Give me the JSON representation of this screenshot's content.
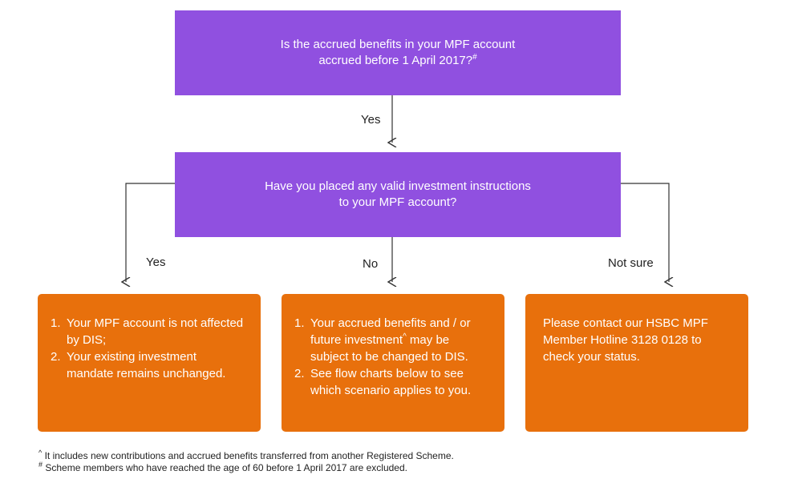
{
  "question1": {
    "line1": "Is the accrued benefits in your MPF account",
    "line2": "accrued before 1 April 2017?",
    "mark": "#"
  },
  "edge_yes_top": "Yes",
  "question2": {
    "line1": "Have you placed any valid investment instructions",
    "line2": "to your MPF account?"
  },
  "branches": {
    "yes_label": "Yes",
    "no_label": "No",
    "notsure_label": "Not sure"
  },
  "outcome_yes": {
    "items": [
      {
        "num": "1.",
        "text": "Your MPF account is not affected by DIS;"
      },
      {
        "num": "2.",
        "text": "Your existing investment mandate remains unchanged."
      }
    ]
  },
  "outcome_no": {
    "item1_num": "1.",
    "item1_pre": "Your accrued benefits and / or future investment",
    "item1_mark": "^",
    "item1_post": " may be subject to be changed to DIS.",
    "item2_num": "2.",
    "item2_text": "See flow charts below to see which scenario applies to you."
  },
  "outcome_notsure": {
    "text": "Please contact our HSBC MPF Member Hotline 3128 0128 to check your status."
  },
  "footnotes": {
    "caret_mark": "^",
    "caret_text": "It includes new contributions and accrued benefits transferred from another Registered Scheme.",
    "hash_mark": "#",
    "hash_text": "Scheme members who have reached the age of 60 before 1 April 2017 are excluded."
  },
  "colors": {
    "purple": "#9050e0",
    "orange": "#e8700c",
    "connector": "#333333"
  }
}
